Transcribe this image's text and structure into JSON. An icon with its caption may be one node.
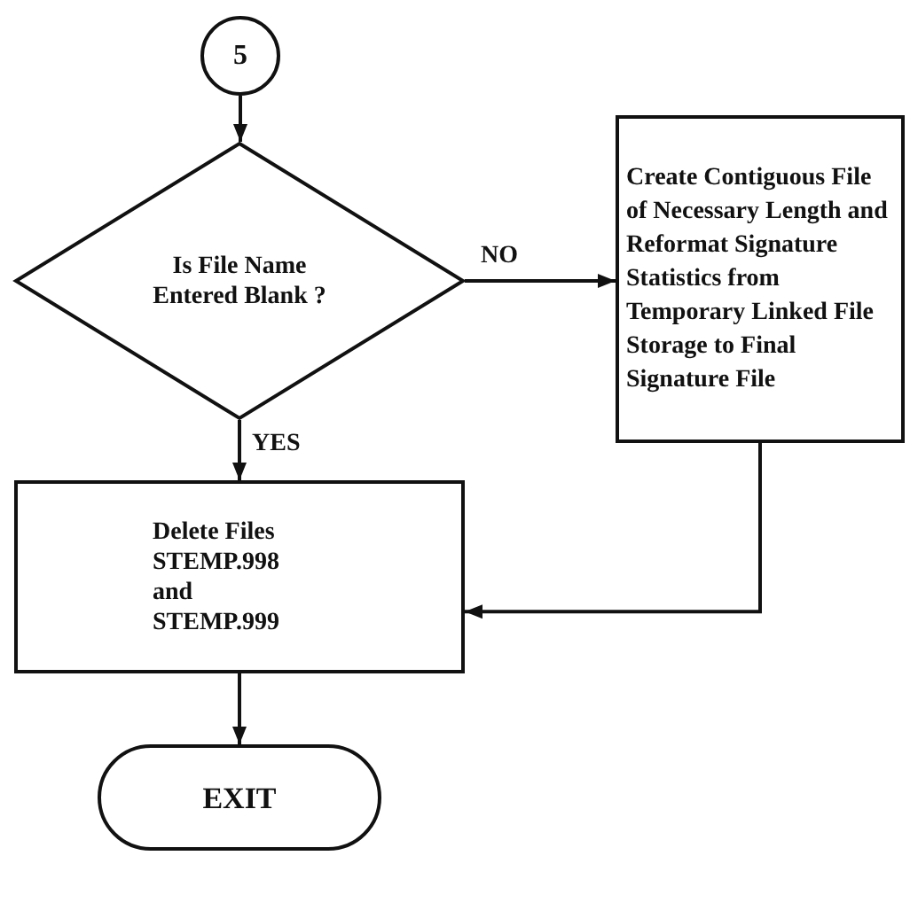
{
  "diagram": {
    "nodes": [
      {
        "text": [
          "5"
        ]
      },
      {
        "text": [
          "Is File Name Entered Blank ?"
        ]
      },
      {
        "text": [
          "Create Contiguous File of Necessary Length and Reformat Signature Statistics from Temporary Linked File Storage to Final Signature File"
        ]
      },
      {
        "text": [
          "Delete Files STEMP.998 and STEMP.999"
        ]
      },
      {
        "text": [
          "EXIT"
        ]
      }
    ],
    "edges": [
      {
        "from": 0,
        "to": 1,
        "arrow": "to"
      },
      {
        "from": 1,
        "to": 2,
        "arrow": "to",
        "label": "NO"
      },
      {
        "from": 1,
        "to": 3,
        "arrow": "to",
        "label": "YES"
      },
      {
        "from": 2,
        "to": 3,
        "arrow": "to"
      },
      {
        "from": 3,
        "to": 4,
        "arrow": "to"
      }
    ]
  }
}
